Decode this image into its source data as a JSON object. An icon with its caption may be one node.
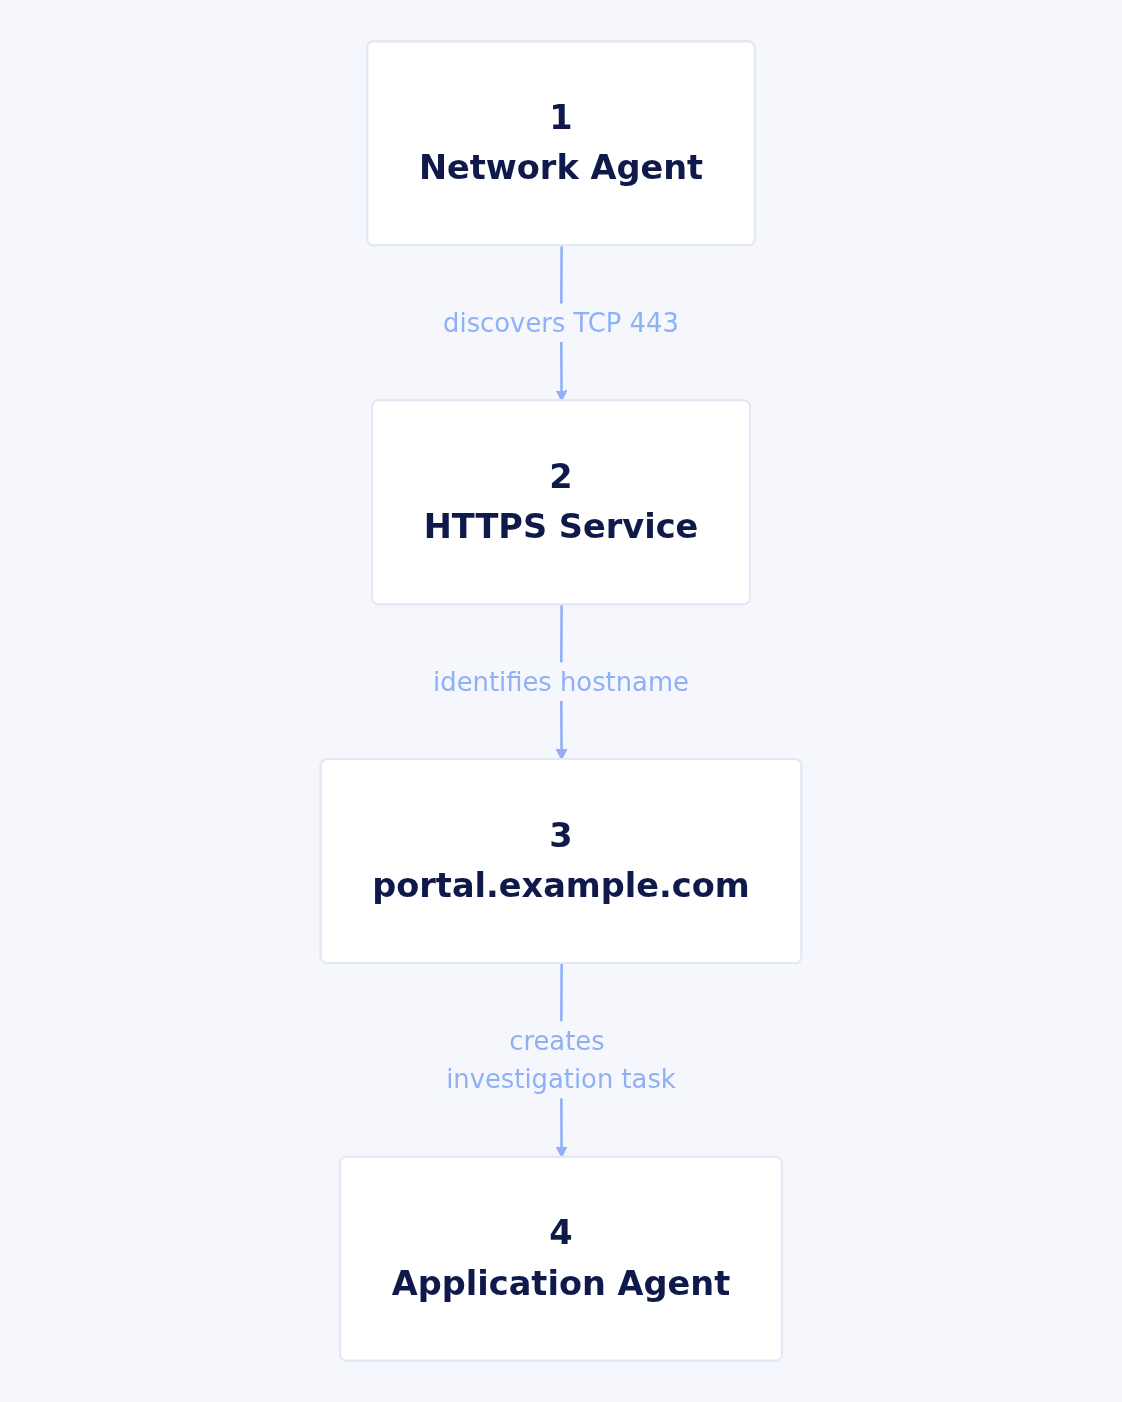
{
  "diagram": {
    "nodes": [
      {
        "text": [
          "1",
          "Network Agent"
        ]
      },
      {
        "text": [
          "2",
          "HTTPS Service"
        ]
      },
      {
        "text": [
          "3",
          "portal.example.com"
        ]
      },
      {
        "text": [
          "4",
          "Application Agent"
        ]
      }
    ],
    "edges": [
      {
        "from": 0,
        "to": 1,
        "arrow": "to",
        "label": "discovers TCP 443"
      },
      {
        "from": 1,
        "to": 2,
        "arrow": "to",
        "label": "identifies hostname"
      },
      {
        "from": 2,
        "to": 3,
        "arrow": "to",
        "label": "creates investigation task"
      }
    ]
  }
}
